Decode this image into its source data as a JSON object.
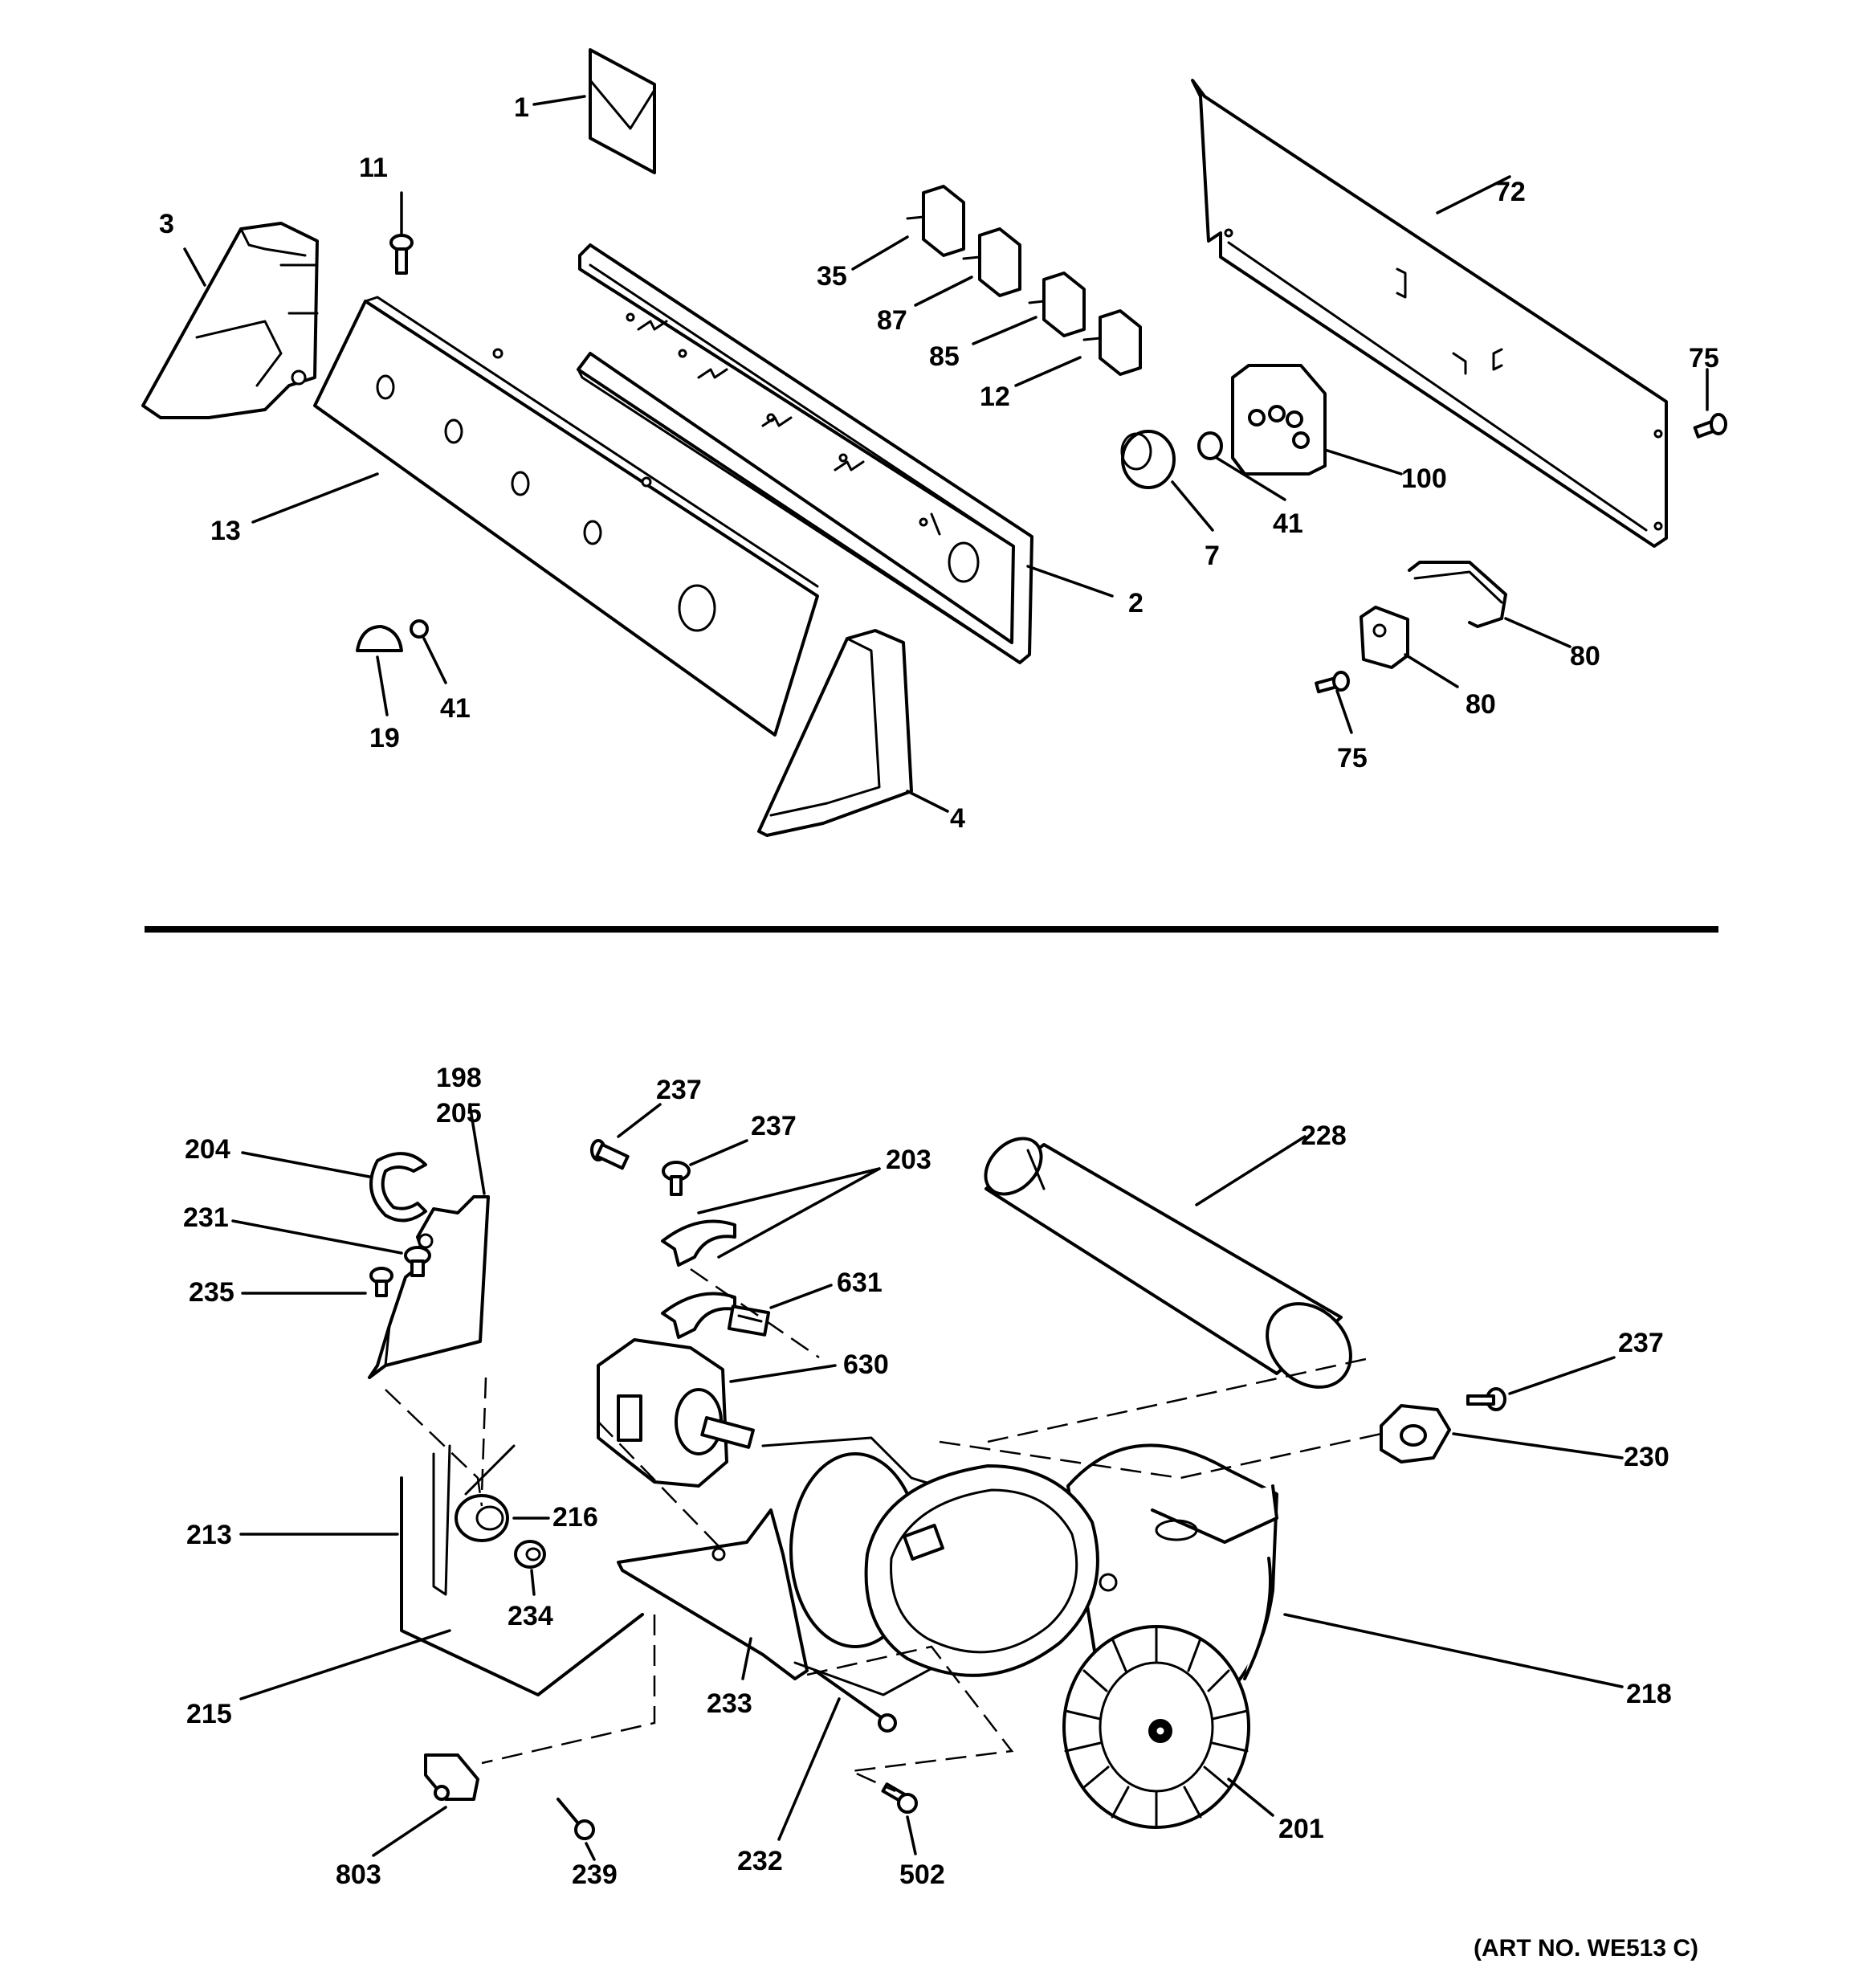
{
  "diagram": {
    "upper_section": {
      "labels": [
        "1",
        "11",
        "3",
        "35",
        "87",
        "85",
        "12",
        "72",
        "75",
        "100",
        "41",
        "7",
        "13",
        "2",
        "80",
        "80",
        "75",
        "19",
        "41",
        "4"
      ]
    },
    "lower_section": {
      "labels": [
        "198",
        "205",
        "204",
        "231",
        "235",
        "237",
        "237",
        "203",
        "228",
        "631",
        "630",
        "237",
        "230",
        "213",
        "216",
        "234",
        "233",
        "218",
        "215",
        "232",
        "201",
        "803",
        "239",
        "502"
      ]
    },
    "art_number": "(ART NO. WE513 C)"
  }
}
